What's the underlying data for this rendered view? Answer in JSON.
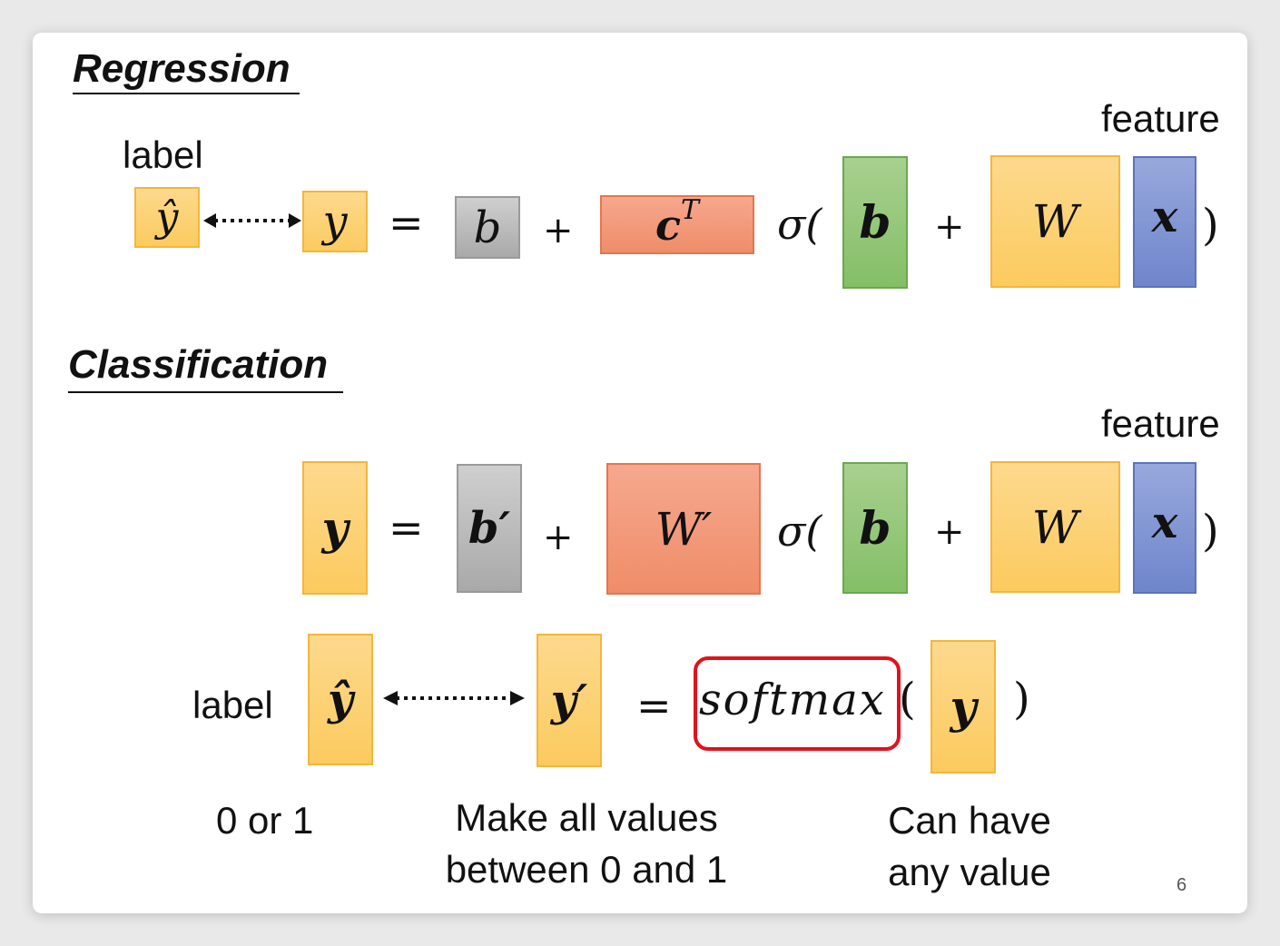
{
  "regression": {
    "title": "Regression",
    "label_text": "label",
    "feature_text": "feature",
    "y_hat": "ŷ",
    "y": "y",
    "equals": "=",
    "b_scalar": "b",
    "plus": "+",
    "c_transpose": "c",
    "c_sup": "T",
    "sigma_open": "σ(",
    "b_vec": "b",
    "W": "W",
    "x": "x",
    "close_paren": ")"
  },
  "classification": {
    "title": "Classification",
    "feature_text": "feature",
    "y": "y",
    "equals": "=",
    "b_prime": "b′",
    "plus": "+",
    "W_prime": "W′",
    "sigma_open": "σ(",
    "b_vec": "b",
    "W": "W",
    "x": "x",
    "close_paren": ")",
    "label_text": "label",
    "y_hat": "ŷ",
    "y_prime": "y′",
    "softmax": "softmax",
    "softmax_open": "(",
    "softmax_arg": "y",
    "softmax_close": ")",
    "note_label": "0 or 1",
    "note_softmax_line1": "Make all values",
    "note_softmax_line2": "between 0 and 1",
    "note_y_line1": "Can have",
    "note_y_line2": "any value"
  },
  "colors": {
    "yellow": "#fccb5f",
    "gray": "#a9a9a9",
    "red": "#ef8d68",
    "green": "#84bf67",
    "blue": "#6f86cc",
    "highlight": "#e0121c"
  },
  "page_number": "6"
}
